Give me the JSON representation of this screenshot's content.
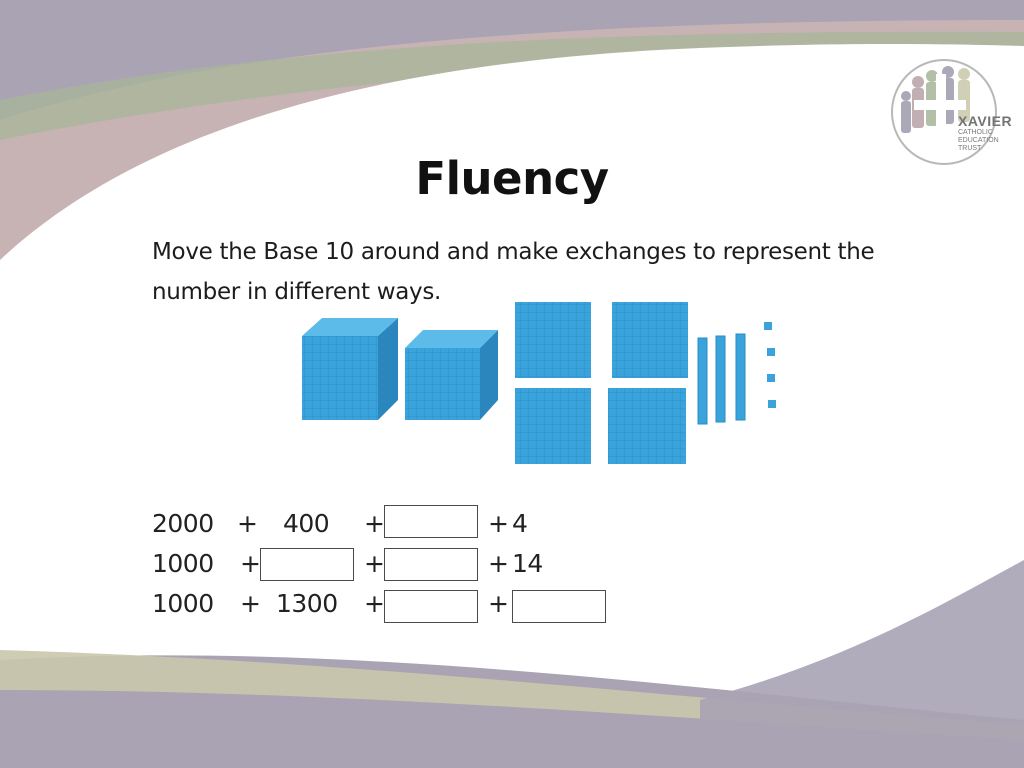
{
  "slide": {
    "title": "Fluency",
    "instruction_line1": "Move the Base 10 around and make exchanges to represent the",
    "instruction_line2": "number in different ways."
  },
  "logo": {
    "name": "XAVIER",
    "sub1": "CATHOLIC",
    "sub2": "EDUCATION",
    "sub3": "TRUST"
  },
  "base10": {
    "thousands": 2,
    "hundreds": 4,
    "tens": 3,
    "ones": 4,
    "color": "#3ba3dc"
  },
  "equations": [
    {
      "a": "2000",
      "plus1": "+",
      "b": "400",
      "plus2": "+",
      "plus3": "+",
      "d": "4"
    },
    {
      "a": "1000",
      "plus1": "+",
      "plus2": "+",
      "plus3": "+",
      "d": "14"
    },
    {
      "a": "1000",
      "plus1": "+",
      "b": "1300",
      "plus2": "+",
      "plus3": "+"
    }
  ],
  "colors": {
    "band_purple": "#a9a3b4",
    "band_rose": "#b89b9e",
    "band_green": "#a8b59a",
    "band_olive": "#c9c8ab"
  }
}
